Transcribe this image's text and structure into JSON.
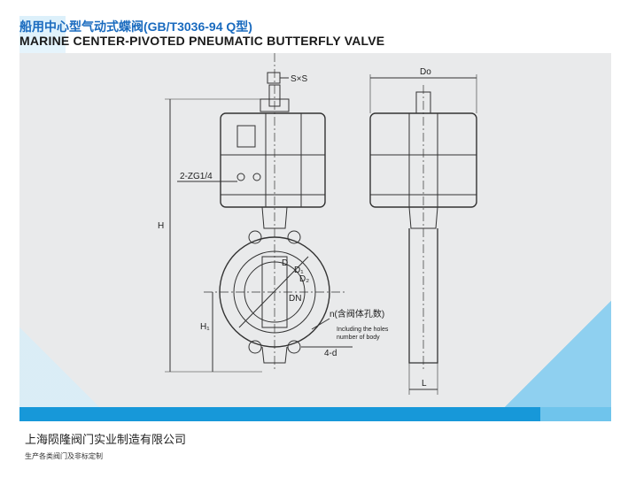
{
  "header": {
    "title_cn": "船用中心型气动式蝶阀(GB/T3036-94 Q型)",
    "title_en": "MARINE CENTER-PIVOTED PNEUMATIC BUTTERFLY VALVE"
  },
  "drawing": {
    "labels": {
      "sxs": "S×S",
      "zg": "2-ZG1/4",
      "h": "H",
      "h1": "H₁",
      "d": "D",
      "d1": "D₁",
      "d2": "D₂",
      "dn": "DN",
      "n_cn": "n(含阀体孔数)",
      "n_en1": "Including the holes",
      "n_en2": "number of body",
      "four_d": "4-d",
      "do": "Do",
      "l": "L"
    }
  },
  "footer": {
    "company": "上海陨隆阀门实业制造有限公司",
    "tagline": "生产各类阀门及非标定制"
  },
  "colors": {
    "title_blue": "#1a6bbf",
    "bar_blue": "#1798d9",
    "panel_gray": "#e9eaeb"
  }
}
